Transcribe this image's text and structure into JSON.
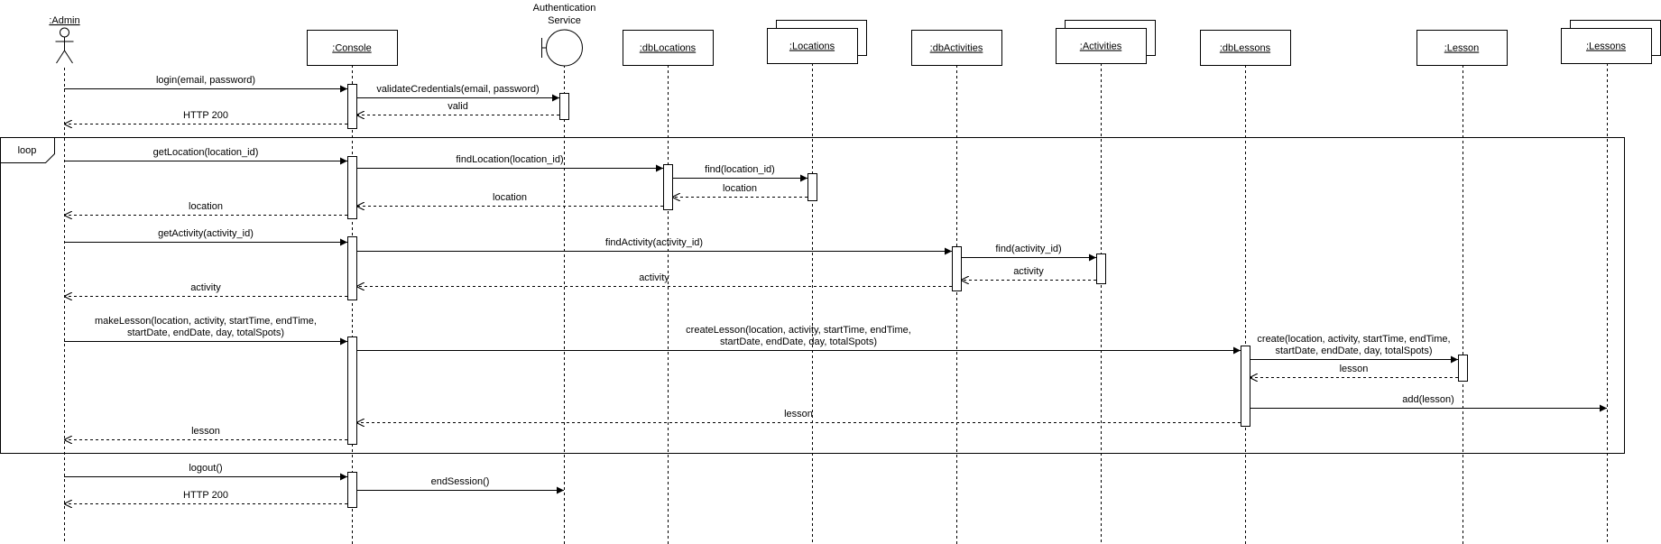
{
  "participants": [
    {
      "id": "admin",
      "label": ":Admin",
      "kind": "actor"
    },
    {
      "id": "console",
      "label": ":Console",
      "kind": "box"
    },
    {
      "id": "auth",
      "label": "Authentication",
      "label2": "Service",
      "kind": "boundary"
    },
    {
      "id": "dbLocations",
      "label": ":dbLocations",
      "kind": "box"
    },
    {
      "id": "locations",
      "label": ":Locations",
      "kind": "multi"
    },
    {
      "id": "dbActivities",
      "label": ":dbActivities",
      "kind": "box"
    },
    {
      "id": "activities",
      "label": ":Activities",
      "kind": "multi"
    },
    {
      "id": "dbLessons",
      "label": ":dbLessons",
      "kind": "box"
    },
    {
      "id": "lesson",
      "label": ":Lesson",
      "kind": "box"
    },
    {
      "id": "lessons",
      "label": ":Lessons",
      "kind": "multi"
    }
  ],
  "fragment": {
    "operator": "loop"
  },
  "messages": [
    {
      "from": "admin",
      "to": "console",
      "type": "call",
      "lines": [
        "login(email,  password)"
      ]
    },
    {
      "from": "console",
      "to": "auth",
      "type": "call",
      "lines": [
        "validateCredentials(email, password)"
      ]
    },
    {
      "from": "auth",
      "to": "console",
      "type": "return",
      "lines": [
        "valid"
      ]
    },
    {
      "from": "console",
      "to": "admin",
      "type": "return",
      "lines": [
        "HTTP 200"
      ]
    },
    {
      "from": "admin",
      "to": "console",
      "type": "call",
      "lines": [
        "getLocation(location_id)"
      ]
    },
    {
      "from": "console",
      "to": "dbLocations",
      "type": "call",
      "lines": [
        "findLocation(location_id)"
      ]
    },
    {
      "from": "dbLocations",
      "to": "locations",
      "type": "call",
      "lines": [
        "find(location_id)"
      ]
    },
    {
      "from": "locations",
      "to": "dbLocations",
      "type": "return",
      "lines": [
        "location"
      ]
    },
    {
      "from": "dbLocations",
      "to": "console",
      "type": "return",
      "lines": [
        "location"
      ]
    },
    {
      "from": "console",
      "to": "admin",
      "type": "return",
      "lines": [
        "location"
      ]
    },
    {
      "from": "admin",
      "to": "console",
      "type": "call",
      "lines": [
        "getActivity(activity_id)"
      ]
    },
    {
      "from": "console",
      "to": "dbActivities",
      "type": "call",
      "lines": [
        "findActivity(activity_id)"
      ]
    },
    {
      "from": "dbActivities",
      "to": "activities",
      "type": "call",
      "lines": [
        "find(activity_id)"
      ]
    },
    {
      "from": "activities",
      "to": "dbActivities",
      "type": "return",
      "lines": [
        "activity"
      ]
    },
    {
      "from": "dbActivities",
      "to": "console",
      "type": "return",
      "lines": [
        "activity"
      ]
    },
    {
      "from": "console",
      "to": "admin",
      "type": "return",
      "lines": [
        "activity"
      ]
    },
    {
      "from": "admin",
      "to": "console",
      "type": "call",
      "lines": [
        "makeLesson(location, activity, startTime, endTime,",
        "startDate, endDate, day, totalSpots)"
      ]
    },
    {
      "from": "console",
      "to": "dbLessons",
      "type": "call",
      "lines": [
        "createLesson(location, activity, startTime, endTime,",
        "startDate, endDate, day, totalSpots)"
      ]
    },
    {
      "from": "dbLessons",
      "to": "lesson",
      "type": "call",
      "lines": [
        "create(location, activity, startTime, endTime,",
        "startDate, endDate, day, totalSpots)"
      ]
    },
    {
      "from": "lesson",
      "to": "dbLessons",
      "type": "return",
      "lines": [
        "lesson"
      ]
    },
    {
      "from": "dbLessons",
      "to": "lessons",
      "type": "call",
      "lines": [
        "add(lesson)"
      ]
    },
    {
      "from": "dbLessons",
      "to": "console",
      "type": "return",
      "lines": [
        "lesson"
      ]
    },
    {
      "from": "console",
      "to": "admin",
      "type": "return",
      "lines": [
        "lesson"
      ]
    },
    {
      "from": "admin",
      "to": "console",
      "type": "call",
      "lines": [
        "logout()"
      ]
    },
    {
      "from": "console",
      "to": "auth",
      "type": "call",
      "lines": [
        "endSession()"
      ]
    },
    {
      "from": "console",
      "to": "admin",
      "type": "return",
      "lines": [
        "HTTP 200"
      ]
    }
  ]
}
